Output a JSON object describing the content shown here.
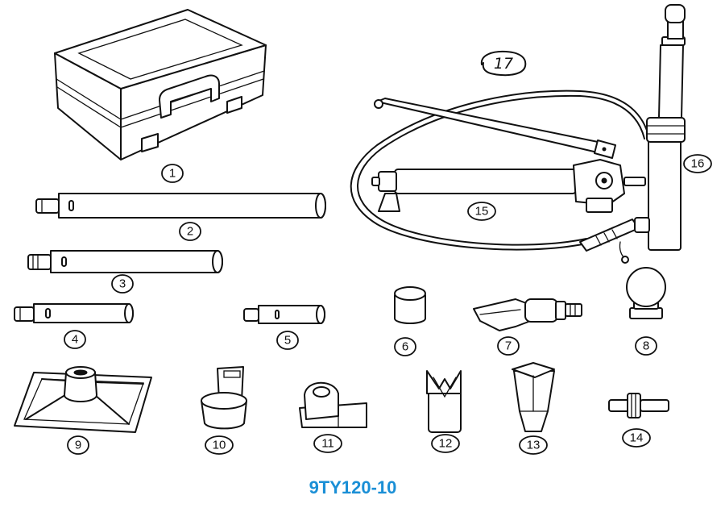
{
  "callouts": [
    "1",
    "2",
    "3",
    "4",
    "5",
    "6",
    "7",
    "8",
    "9",
    "10",
    "11",
    "12",
    "13",
    "14",
    "15",
    "16",
    "17"
  ],
  "part_code": "9TY120-10",
  "colors": {
    "line": "#111111",
    "part_code": "#1a8fd6",
    "background": "#ffffff"
  }
}
